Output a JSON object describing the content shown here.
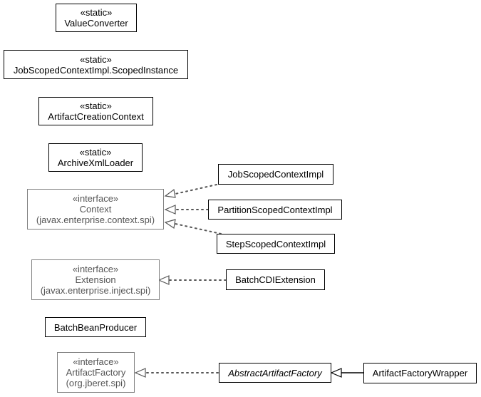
{
  "classes": {
    "value_converter": {
      "stereotype": "«static»",
      "name": "ValueConverter"
    },
    "scoped_instance": {
      "stereotype": "«static»",
      "name": "JobScopedContextImpl.ScopedInstance"
    },
    "artifact_creation_context": {
      "stereotype": "«static»",
      "name": "ArtifactCreationContext"
    },
    "archive_xml_loader": {
      "stereotype": "«static»",
      "name": "ArchiveXmlLoader"
    },
    "context": {
      "stereotype": "«interface»",
      "name": "Context",
      "package": "(javax.enterprise.context.spi)"
    },
    "job_scoped_context_impl": {
      "name": "JobScopedContextImpl"
    },
    "partition_scoped_context_impl": {
      "name": "PartitionScopedContextImpl"
    },
    "step_scoped_context_impl": {
      "name": "StepScopedContextImpl"
    },
    "extension": {
      "stereotype": "«interface»",
      "name": "Extension",
      "package": "(javax.enterprise.inject.spi)"
    },
    "batch_cdi_extension": {
      "name": "BatchCDIExtension"
    },
    "batch_bean_producer": {
      "name": "BatchBeanProducer"
    },
    "artifact_factory": {
      "stereotype": "«interface»",
      "name": "ArtifactFactory",
      "package": "(org.jberet.spi)"
    },
    "abstract_artifact_factory": {
      "name": "AbstractArtifactFactory"
    },
    "artifact_factory_wrapper": {
      "name": "ArtifactFactoryWrapper"
    }
  },
  "relations": [
    {
      "from": "JobScopedContextImpl",
      "to": "Context",
      "type": "realization"
    },
    {
      "from": "PartitionScopedContextImpl",
      "to": "Context",
      "type": "realization"
    },
    {
      "from": "StepScopedContextImpl",
      "to": "Context",
      "type": "realization"
    },
    {
      "from": "BatchCDIExtension",
      "to": "Extension",
      "type": "realization"
    },
    {
      "from": "AbstractArtifactFactory",
      "to": "ArtifactFactory",
      "type": "realization"
    },
    {
      "from": "ArtifactFactoryWrapper",
      "to": "AbstractArtifactFactory",
      "type": "generalization"
    }
  ]
}
